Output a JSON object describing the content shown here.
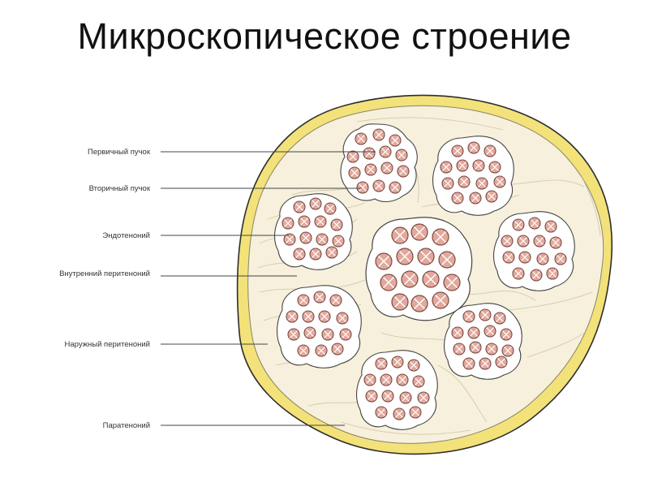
{
  "title": "Микроскопическое строение",
  "labels": {
    "primary_bundle": "Первичный пучок",
    "secondary_bundle": "Вторичный пучок",
    "endotenon": "Эндотеноний",
    "internal_peritenon": "Внутренний перитеноний",
    "external_peritenon": "Наружный перитеноний",
    "paratenon": "Паратеноний"
  },
  "colors": {
    "paratenon": "#f3e27a",
    "tissue": "#f6f0dc",
    "fiber": "#e3a89c",
    "fiber_stroke": "#7a4a44",
    "line": "#444444"
  }
}
